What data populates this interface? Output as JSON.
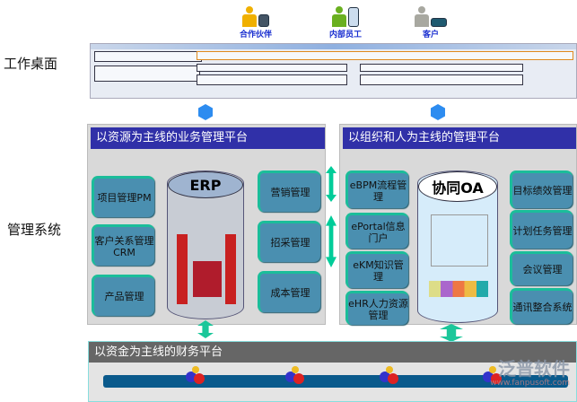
{
  "side_labels": {
    "desktop": "工作桌面",
    "management": "管理系统"
  },
  "roles": [
    {
      "label": "合作伙伴",
      "color": "#f0b000"
    },
    {
      "label": "内部员工",
      "color": "#6ab020"
    },
    {
      "label": "客户",
      "color": "#a8a8a0"
    }
  ],
  "business_platform": {
    "title": "以资源为主线的业务管理平台",
    "core": "ERP",
    "left_modules": [
      "项目管理PM",
      "客户关系管理CRM",
      "产品管理"
    ],
    "right_modules": [
      "营销管理",
      "招采管理",
      "成本管理"
    ]
  },
  "org_platform": {
    "title": "以组织和人为主线的管理平台",
    "core": "协同OA",
    "left_modules": [
      "eBPM流程管理",
      "ePortal信息门户",
      "eKM知识管理",
      "eHR人力资源管理"
    ],
    "right_modules": [
      "目标绩效管理",
      "计划任务管理",
      "会议管理",
      "通讯整合系统"
    ]
  },
  "finance_platform": {
    "title": "以资金为主线的财务平台"
  },
  "watermark": {
    "brand": "泛普软件",
    "url": "www.fanpusoft.com"
  },
  "colors": {
    "header_blue": "#3030a8",
    "module_teal": "#4a8fb0",
    "finance_gray": "#666666"
  }
}
